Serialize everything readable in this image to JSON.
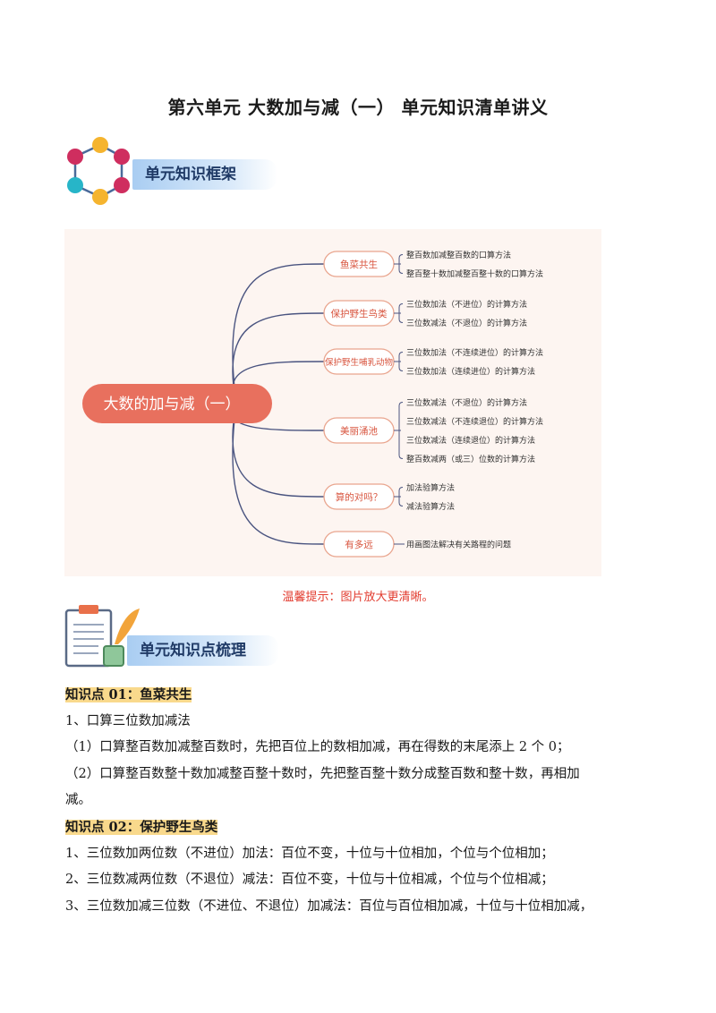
{
  "title": "第六单元  大数加与减（一）  单元知识清单讲义",
  "banner1": {
    "label": "单元知识框架"
  },
  "banner2": {
    "label": "单元知识点梳理"
  },
  "mindmap": {
    "root": "大数的加与减（一）",
    "branches": [
      {
        "label": "鱼菜共生",
        "leaves": [
          "整百数加减整百数的口算方法",
          "整百整十数加减整百整十数的口算方法"
        ]
      },
      {
        "label": "保护野生鸟类",
        "leaves": [
          "三位数加法（不进位）的计算方法",
          "三位数减法（不退位）的计算方法"
        ]
      },
      {
        "label": "保护野生哺乳动物",
        "leaves": [
          "三位数加法（不连续进位）的计算方法",
          "三位数加法（连续进位）的计算方法"
        ]
      },
      {
        "label": "美丽涌池",
        "leaves": [
          "三位数减法（不退位）的计算方法",
          "三位数减法（不连续退位）的计算方法",
          "三位数减法（连续退位）的计算方法",
          "整百数减两（或三）位数的计算方法"
        ]
      },
      {
        "label": "算的对吗？",
        "leaves": [
          "加法验算方法",
          "减法验算方法"
        ]
      },
      {
        "label": "有多远",
        "leaves": [
          "用画图法解决有关路程的问题"
        ]
      }
    ],
    "colors": {
      "root_fill": "#e8705e",
      "branch_stroke": "#e9a58e",
      "line": "#4a5480",
      "background": "#fdf5f1"
    }
  },
  "tip": "温馨提示：图片放大更清晰。",
  "content": {
    "kp1_title": "知识点 01：鱼菜共生",
    "kp1_line1": "1、口算三位数加减法",
    "kp1_line2": "（1）口算整百数加减整百数时，先把百位上的数相加减，再在得数的末尾添上 2 个 0；",
    "kp1_line3a": "（2）口算整百数整十数加减整百整十数时，先把整百整十数分成整百数和整十数，再相加",
    "kp1_line3b": "减。",
    "kp2_title": "知识点 02：保护野生鸟类",
    "kp2_line1": "1、三位数加两位数（不进位）加法：百位不变，十位与十位相加，个位与个位相加；",
    "kp2_line2": "2、三位数减两位数（不退位）减法：百位不变，十位与十位相减，个位与个位相减；",
    "kp2_line3": "3、三位数加减三位数（不进位、不退位）加减法：百位与百位相加减，十位与十位相加减，"
  }
}
